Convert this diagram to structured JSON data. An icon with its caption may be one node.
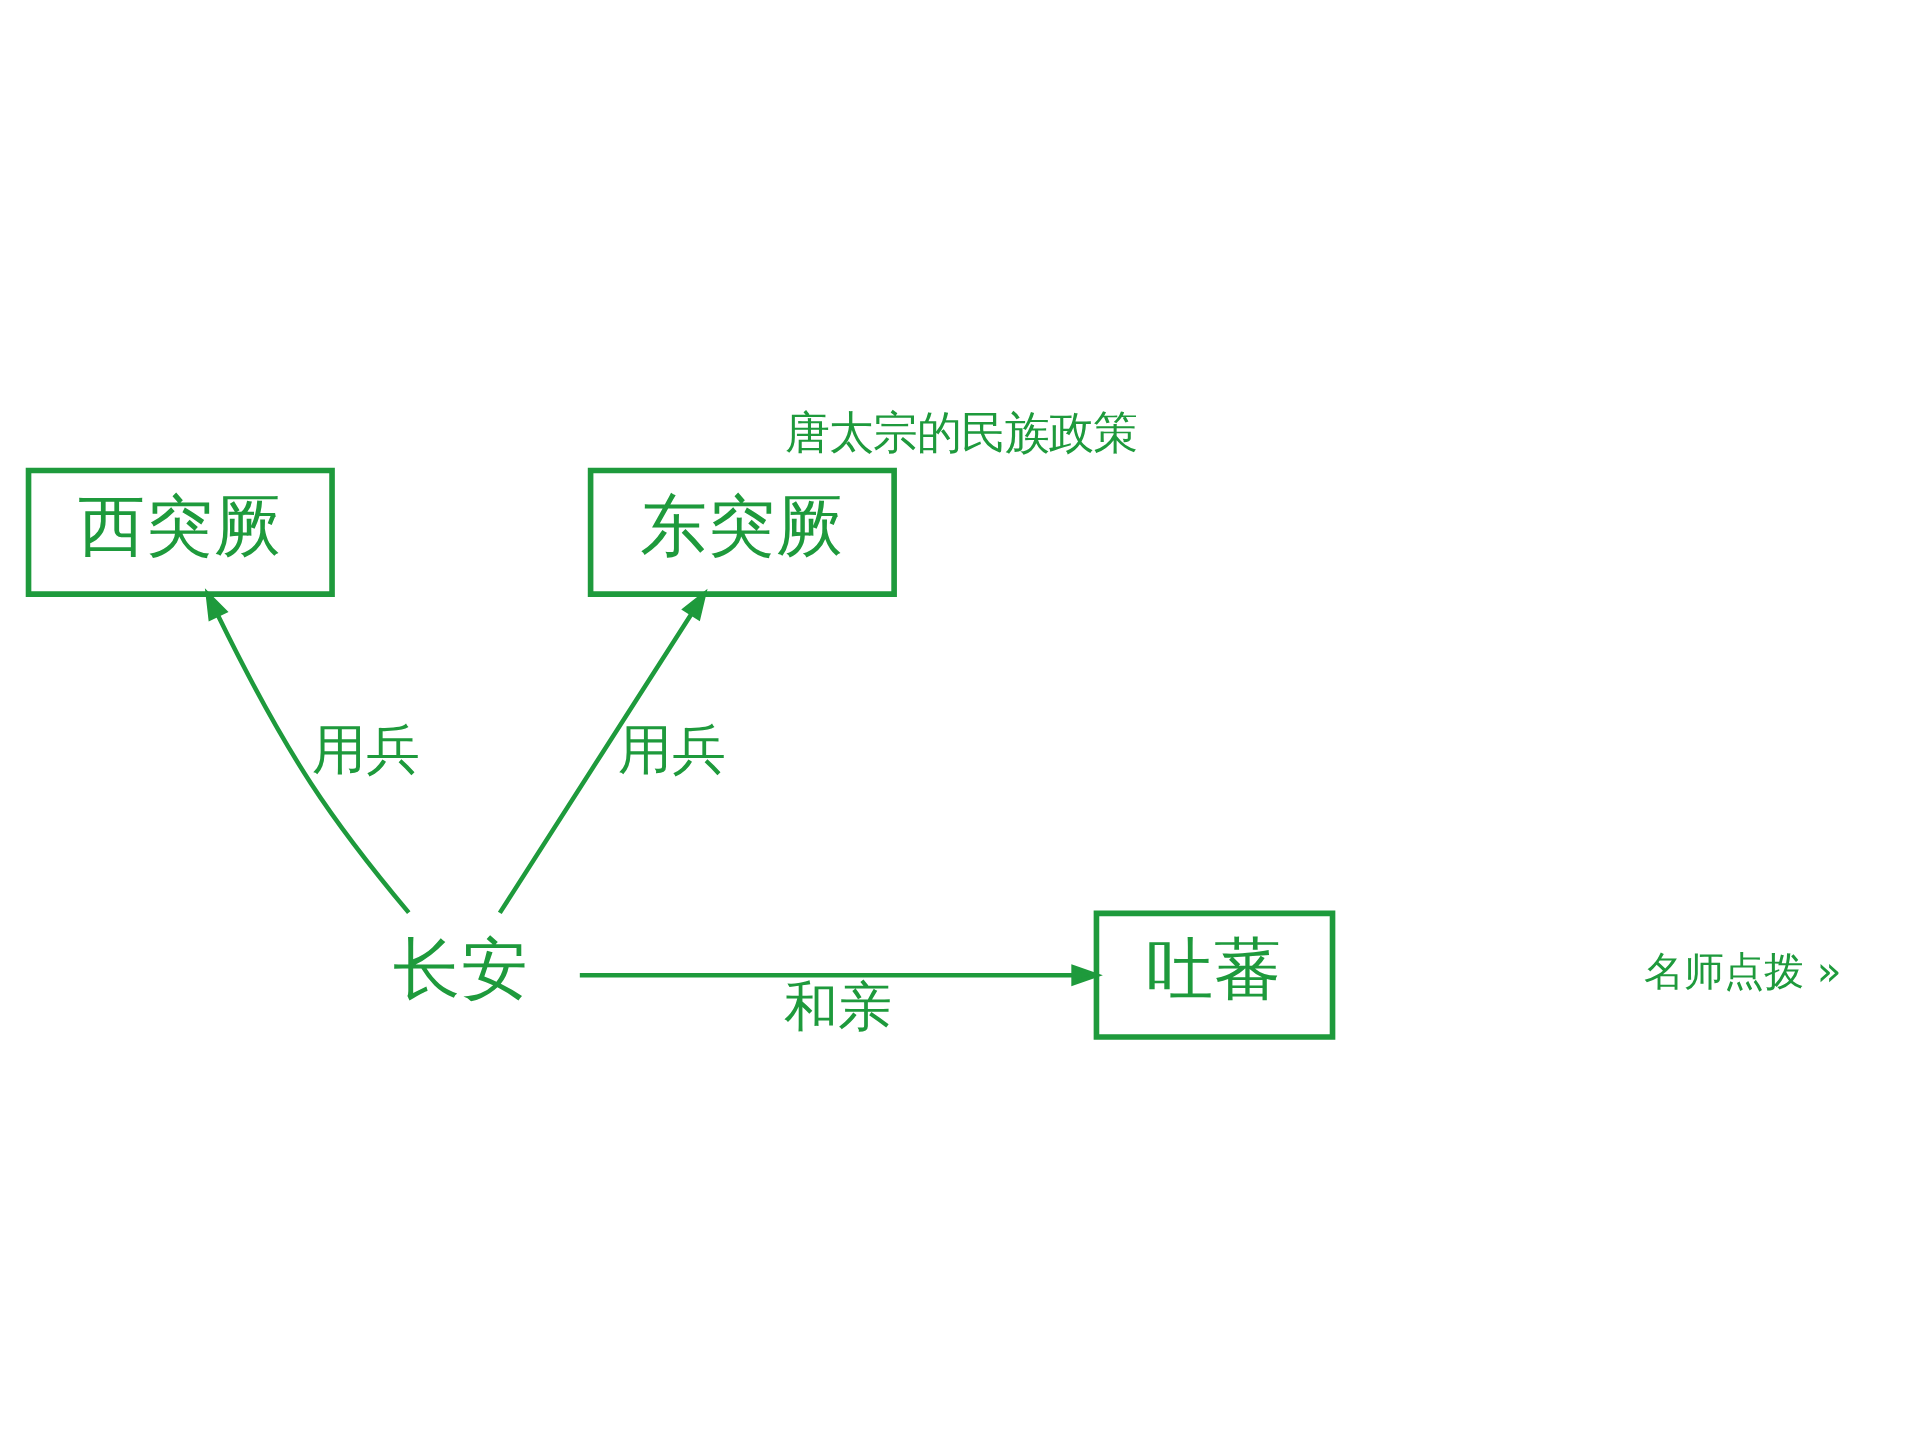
{
  "diagram": {
    "title": "唐太宗的民族政策",
    "nodes": [
      {
        "text": [
          "西突厥"
        ]
      },
      {
        "text": [
          "东突厥"
        ]
      },
      {
        "text": [
          "吐蕃"
        ]
      },
      {
        "text": [
          "长安"
        ]
      }
    ],
    "edges": [
      {
        "from": 3,
        "to": 0,
        "arrow": "to",
        "label": "用兵"
      },
      {
        "from": 3,
        "to": 1,
        "arrow": "to",
        "label": "用兵"
      },
      {
        "from": 3,
        "to": 2,
        "arrow": "to",
        "label": "和亲"
      }
    ],
    "labels": [
      "名师点拨 »"
    ]
  }
}
